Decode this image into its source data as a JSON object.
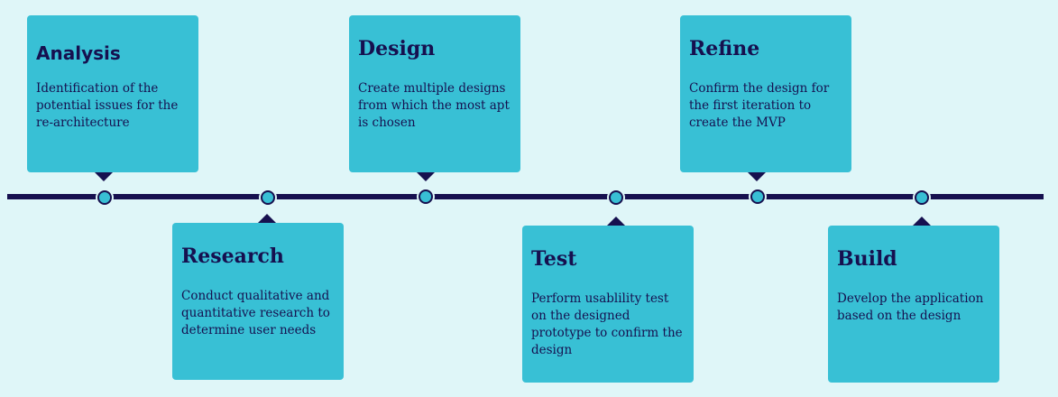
{
  "colors": {
    "background": "#dff6f8",
    "card": "#38c0d5",
    "line": "#16104f",
    "text": "#16104f"
  },
  "stages": [
    {
      "title": "Analysis",
      "description": "Identification of the potential issues for the re-architecture"
    },
    {
      "title": "Research",
      "description": "Conduct qualitative and quantitative research to determine user needs"
    },
    {
      "title": "Design",
      "description": "Create multiple designs from which the most apt is chosen"
    },
    {
      "title": "Test",
      "description": "Perform usablility test on the designed prototype to confirm the design"
    },
    {
      "title": "Refine",
      "description": "Confirm the design for the first iteration to create the MVP"
    },
    {
      "title": "Build",
      "description": "Develop the application based on the design"
    }
  ]
}
